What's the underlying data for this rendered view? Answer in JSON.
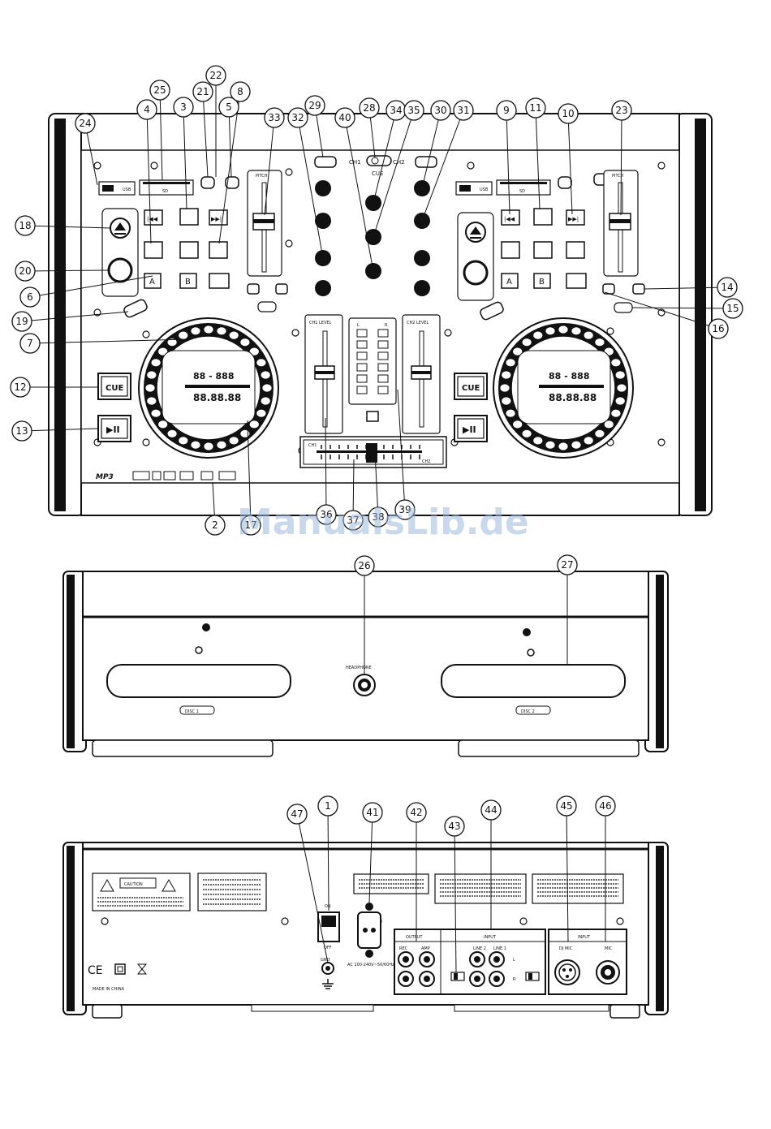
{
  "callouts": {
    "c1": "1",
    "c2": "2",
    "c3": "3",
    "c4": "4",
    "c5": "5",
    "c6": "6",
    "c7": "7",
    "c8": "8",
    "c9": "9",
    "c10": "10",
    "c11": "11",
    "c12": "12",
    "c13": "13",
    "c14": "14",
    "c15": "15",
    "c16": "16",
    "c17": "17",
    "c18": "18",
    "c19": "19",
    "c20": "20",
    "c21": "21",
    "c22": "22",
    "c23": "23",
    "c24": "24",
    "c25": "25",
    "c26": "26",
    "c27": "27",
    "c28": "28",
    "c29": "29",
    "c30": "30",
    "c31": "31",
    "c32": "32",
    "c33": "33",
    "c34": "34",
    "c35": "35",
    "c36": "36",
    "c37": "37",
    "c38": "38",
    "c39": "39",
    "c40": "40",
    "c41": "41",
    "c42": "42",
    "c43": "43",
    "c44": "44",
    "c45": "45",
    "c46": "46",
    "c47": "47"
  },
  "top": {
    "cue_label": "CUE",
    "play_label": "▶II",
    "prev_label": "|◀◀",
    "next_label": "▶▶|",
    "a_label": "A",
    "b_label": "B",
    "ch1_label": "CH1",
    "ch2_label": "CH2",
    "ch1_level": "CH1 LEVEL",
    "ch2_level": "CH2 LEVEL",
    "pitch_label": "PITCH",
    "usb_label": "USB",
    "sd_label": "SD",
    "lcd_time": "88.88.88",
    "lcd_track": "88 - 888",
    "mp3_logo": "MP3"
  },
  "front": {
    "headphone_label": "HEADPHONE",
    "disc1_label": "DISC 1",
    "disc2_label": "DISC 2"
  },
  "rear": {
    "on_label": "ON",
    "off_label": "OFF",
    "gnd_label": "GND",
    "ac_label": "AC 100-240V~50/60Hz",
    "output_label": "OUTPUT",
    "input_label": "INPUT",
    "input_label_2": "INPUT",
    "rec_label": "REC",
    "amp_label": "AMP",
    "line2_label": "LINE 2",
    "line1_label": "LINE 1",
    "dj_mic_label": "DJ MIC",
    "mic_label": "MIC",
    "l_label": "L",
    "r_label": "R",
    "made_in": "MADE IN CHINA",
    "caution_label": "CAUTION",
    "ce_label": "CE"
  },
  "watermark": "ManualsLib.de"
}
